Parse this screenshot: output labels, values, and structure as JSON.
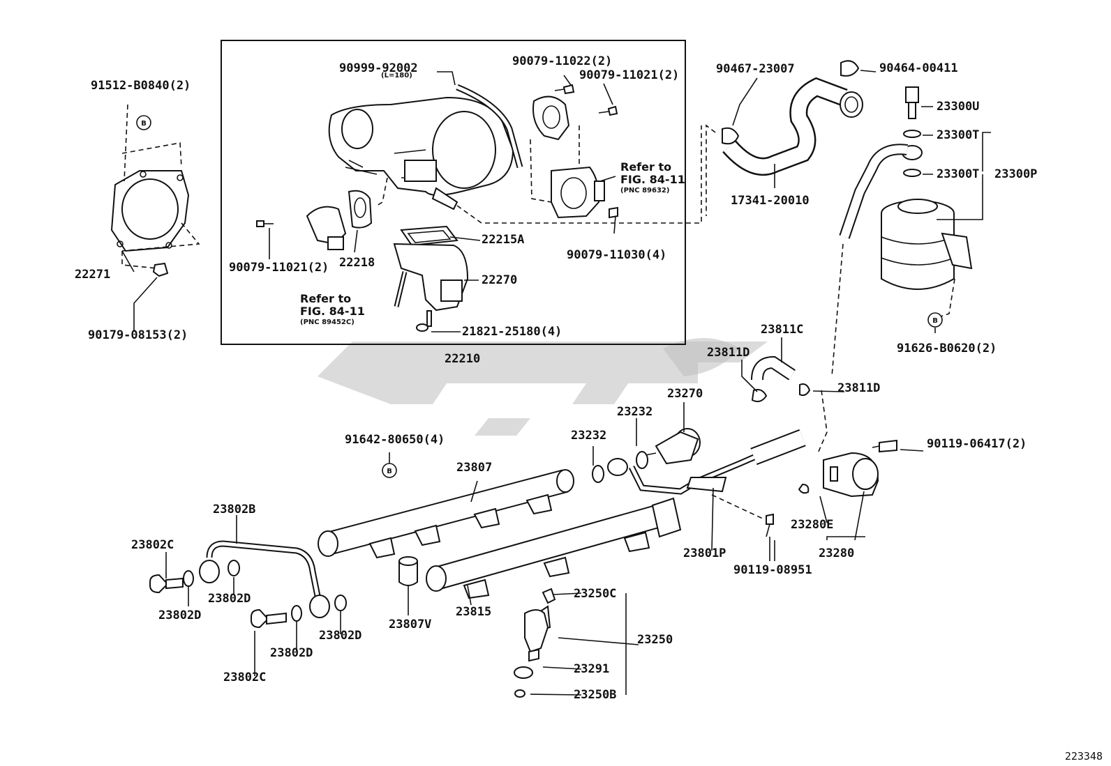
{
  "diagram_id": "223348",
  "box_label": "22210",
  "bolt_marker": "B",
  "refs": {
    "ref_to": "Refer to",
    "fig": "FIG. 84-11",
    "pnc_a": "(PNC 89632)",
    "pnc_b": "(PNC 89452C)"
  },
  "hose_length_note": "(L=180)",
  "labels": {
    "p90999_92002": "90999-92002",
    "p90079_11022": "90079-11022(2)",
    "p90079_11021a": "90079-11021(2)",
    "p90079_11021b": "90079-11021(2)",
    "p90079_11030": "90079-11030(4)",
    "p22215A": "22215A",
    "p22218": "22218",
    "p22270": "22270",
    "p21821_25180": "21821-25180(4)",
    "p91512_B0840": "91512-B0840(2)",
    "p22271": "22271",
    "p90179_08153": "90179-08153(2)",
    "p90467_23007": "90467-23007",
    "p90464_00411": "90464-00411",
    "p17341_20010": "17341-20010",
    "p23300U": "23300U",
    "p23300T_a": "23300T",
    "p23300T_b": "23300T",
    "p23300P": "23300P",
    "p91626_B0620": "91626-B0620(2)",
    "p23811C": "23811C",
    "p23811D_a": "23811D",
    "p23811D_b": "23811D",
    "p23270": "23270",
    "p23232_a": "23232",
    "p23232_b": "23232",
    "p90119_06417": "90119-06417(2)",
    "p91642_80650": "91642-80650(4)",
    "p23807": "23807",
    "p23802B": "23802B",
    "p23802C_a": "23802C",
    "p23802C_b": "23802C",
    "p23802D_a": "23802D",
    "p23802D_b": "23802D",
    "p23802D_c": "23802D",
    "p23802D_d": "23802D",
    "p23807V": "23807V",
    "p23815": "23815",
    "p23801P": "23801P",
    "p90119_08951": "90119-08951",
    "p23280E": "23280E",
    "p23280": "23280",
    "p23250C": "23250C",
    "p23250": "23250",
    "p23291": "23291",
    "p23250B": "23250B"
  }
}
